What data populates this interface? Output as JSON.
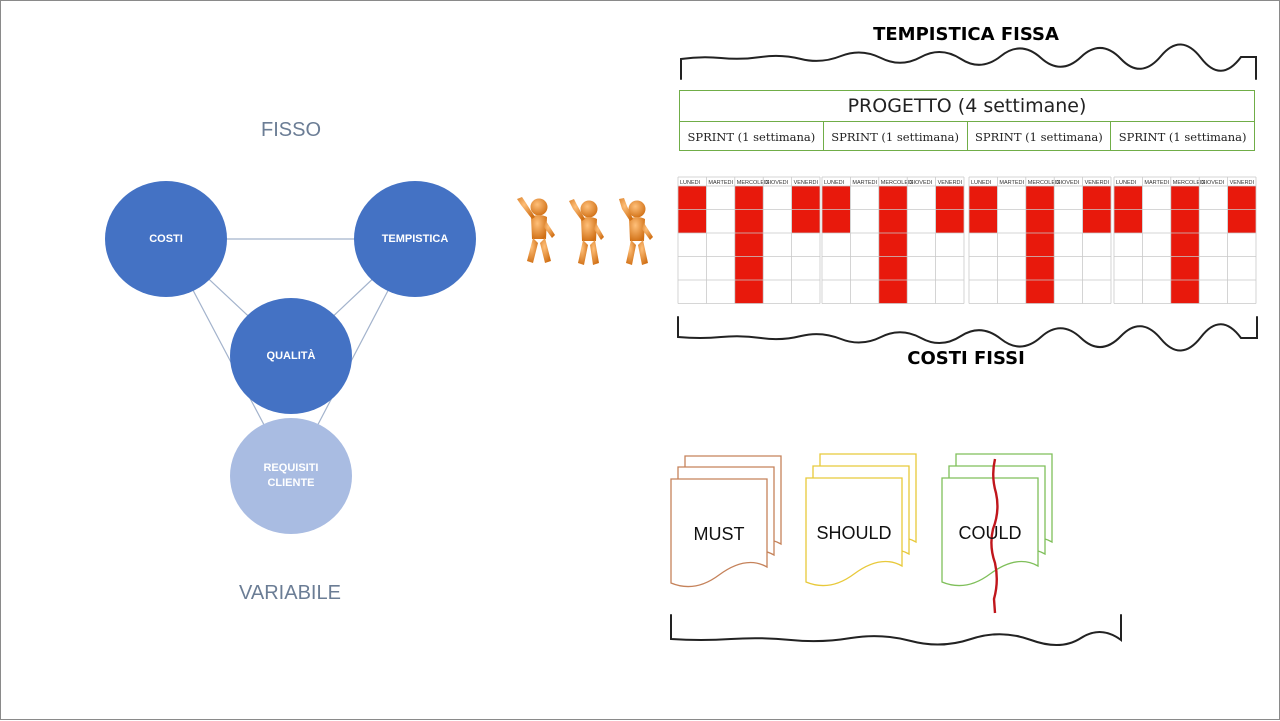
{
  "left_diagram": {
    "top_label": "FISSO",
    "bottom_label": "VARIABILE",
    "nodes": [
      {
        "id": "costi",
        "label": "COSTI"
      },
      {
        "id": "tempistica",
        "label": "TEMPISTICA"
      },
      {
        "id": "qualita",
        "label": "QUALITÀ"
      },
      {
        "id": "requisiti",
        "label": "REQUISITI\nCLIENTE"
      }
    ]
  },
  "right_diagram": {
    "top_header": "TEMPISTICA FISSA",
    "project_label": "PROGETTO (4 settimane)",
    "sprints": [
      "SPRINT (1 settimana)",
      "SPRINT (1 settimana)",
      "SPRINT (1 settimana)",
      "SPRINT (1 settimana)"
    ],
    "days": [
      "LUNEDI",
      "MARTEDI",
      "MERCOLEDI",
      "GIOVEDI",
      "VENERDI"
    ],
    "bottom_header": "COSTI FISSI",
    "priorities": [
      "MUST",
      "SHOULD",
      "COULD"
    ]
  },
  "colors": {
    "circle_dark": "#4472c4",
    "circle_light": "#a9bce2",
    "schedule_busy": "#e8190c",
    "border_green": "#70ad47",
    "must": "#c5825a",
    "should": "#e8c93a",
    "could": "#7fbf5a",
    "cut_line": "#c0161c"
  },
  "icons": [
    "team-figures-icon"
  ]
}
